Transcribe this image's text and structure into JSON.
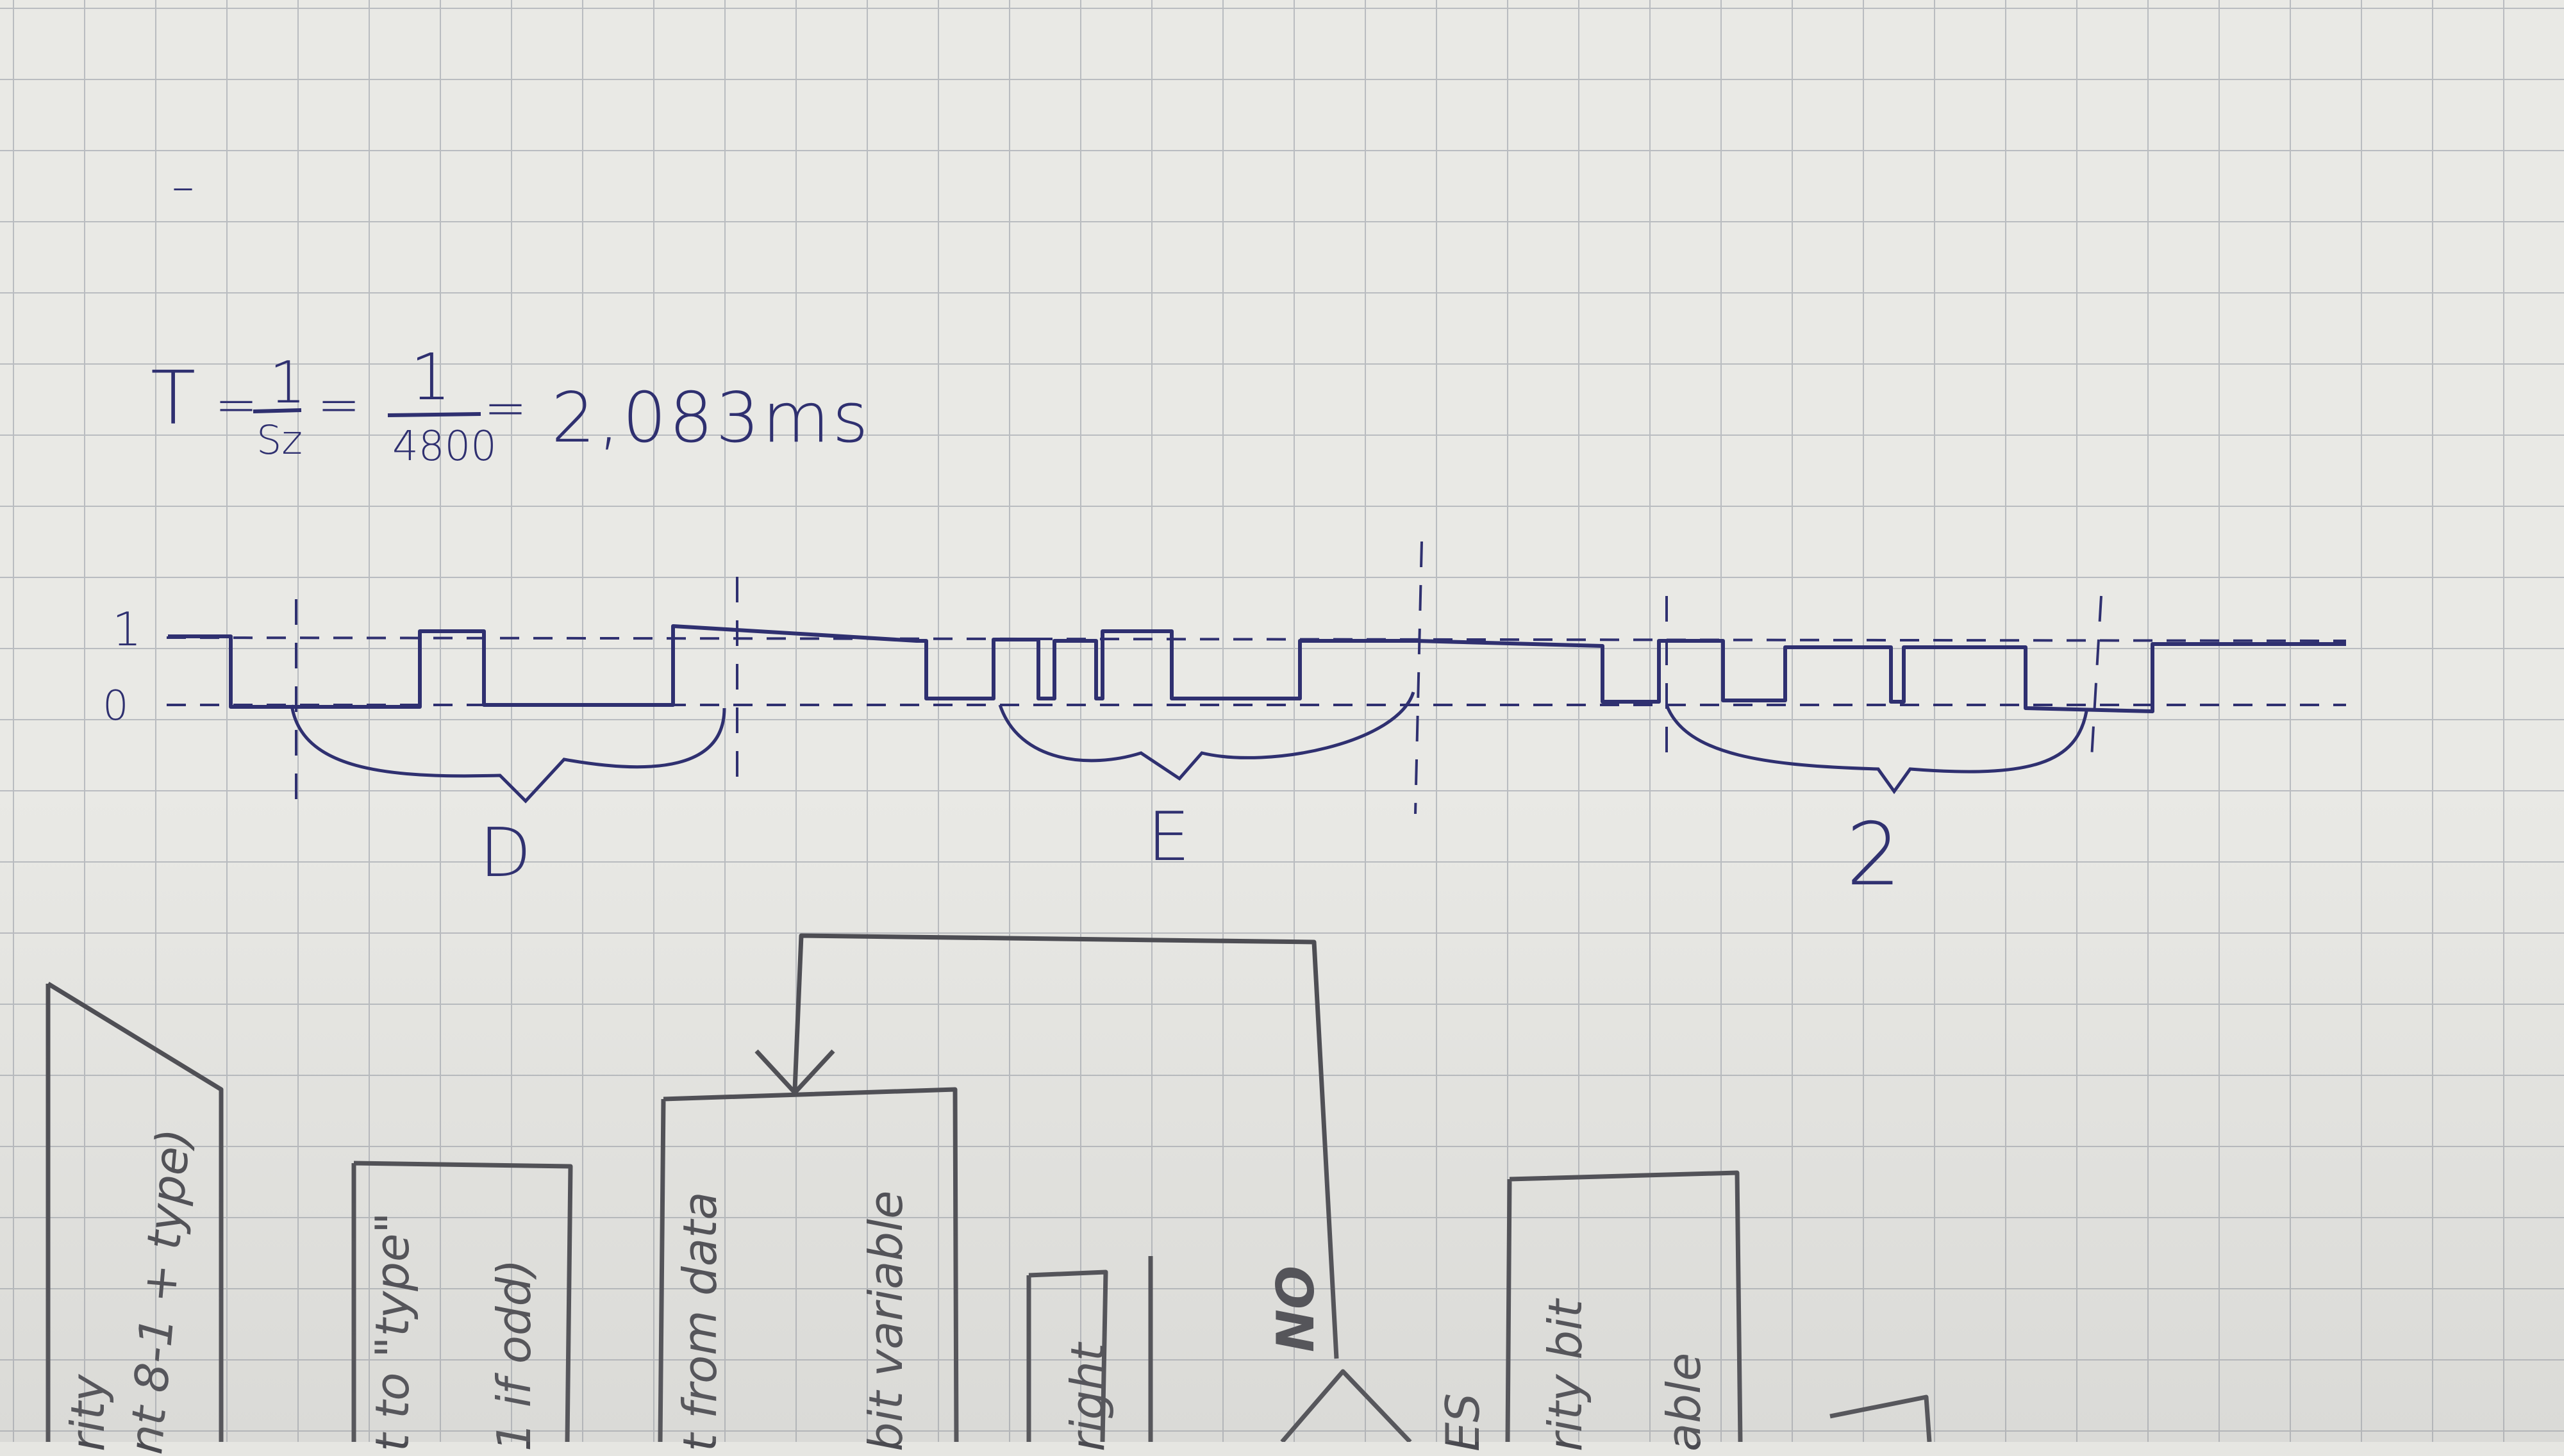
{
  "formula": {
    "lhs": "T",
    "eq1": "=",
    "frac1_num": "1",
    "frac1_den": "Sz",
    "eq2": "=",
    "frac2_num": "1",
    "frac2_den": "4800",
    "eq3": "=",
    "result": "2,083ms"
  },
  "timing_diagram": {
    "level_high": "1",
    "level_low": "0",
    "characters": [
      "D",
      "E",
      "2"
    ],
    "ink_color": "#2f3070"
  },
  "flowchart": {
    "box_a": [
      "rity",
      "nt 8-1 + type)"
    ],
    "box_b": [
      "t to \"type\"",
      "1 if odd)"
    ],
    "box_c": [
      "t from data",
      "bit variable"
    ],
    "box_d": [
      "right"
    ],
    "decision_no": "NO",
    "box_e": [
      "ES"
    ],
    "box_f": [
      "rity bit",
      "able"
    ],
    "pencil_color": "#4a4a50"
  },
  "stray_mark": "–"
}
